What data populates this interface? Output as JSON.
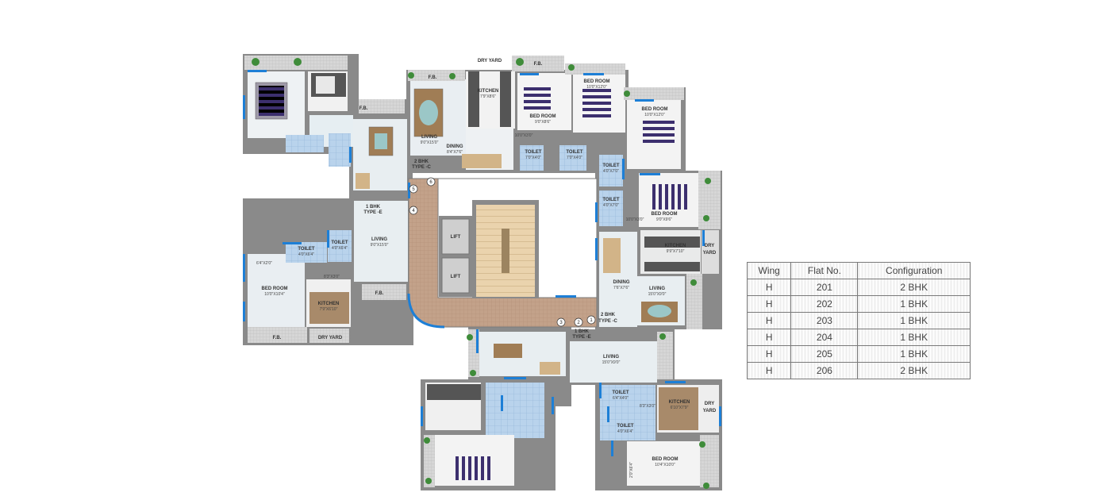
{
  "plan": {
    "rooms": {
      "dry_yard_top": "DRY YARD",
      "fb_top1": "F.B.",
      "fb_top2": "F.B.",
      "fb_top3": "F.B.",
      "kitchen_top": "KITCHEN",
      "kitchen_top_dim": "7'9\"X8'6\"",
      "bed_top_right": "BED ROOM",
      "bed_top_right_dim": "10'0\"X12'0\"",
      "bed_right": "BED ROOM",
      "bed_right_dim": "10'0\"X12'0\"",
      "bed_top_mid": "BED ROOM",
      "bed_top_mid_dim": "9'0\"X8'6\"",
      "passage_dim": "10'0\"X3'0\"",
      "living_top": "LIVING",
      "living_top_dim": "9'0\"X15'0\"",
      "dining_top": "DINING",
      "dining_top_dim": "8'4\"X7'6\"",
      "toilet_t1": "TOILET",
      "toilet_t1_dim": "7'0\"X4'0\"",
      "toilet_t2": "TOILET",
      "toilet_t2_dim": "7'0\"X4'0\"",
      "toilet_r1": "TOILET",
      "toilet_r1_dim": "4'0\"X7'0\"",
      "toilet_r2": "TOILET",
      "toilet_r2_dim": "4'0\"X7'0\"",
      "type_c_top": "2 BHK",
      "type_c_top_b": "TYPE -C",
      "type_e_left": "1 BHK",
      "type_e_left_b": "TYPE -E",
      "living_left": "LIVING",
      "living_left_dim": "9'0\"X15'0\"",
      "toilet_l1": "TOILET",
      "toilet_l1_dim": "4'0\"X6'4\"",
      "toilet_l2": "TOILET",
      "toilet_l2_dim": "4'0\"X6'4\"",
      "dim_left": "6'4\"X2'0\"",
      "dim_left2": "8'3\"X3'0\"",
      "bed_left": "BED ROOM",
      "bed_left_dim": "10'0\"X10'4\"",
      "kitchen_left": "KITCHEN",
      "kitchen_left_dim": "7'9\"X6'10\"",
      "fb_left": "F.B.",
      "fb_left2": "F.B.",
      "dry_yard_left": "DRY YARD",
      "lift1": "LIFT",
      "lift2": "LIFT",
      "bed_right_mid": "BED ROOM",
      "bed_right_mid_dim": "9'0\"X9'6\"",
      "dim_right": "10'0\"X3'0\"",
      "kitchen_right": "KITCHEN",
      "kitchen_right_dim": "9'9\"X7'10\"",
      "dry_yard_right": "DRY",
      "dry_yard_right_b": "YARD",
      "dining_right": "DINING",
      "dining_right_dim": "7'6\"X7'6\"",
      "living_right": "LIVING",
      "living_right_dim": "15'0\"X9'0\"",
      "type_c_right": "2 BHK",
      "type_c_right_b": "TYPE -C",
      "type_e_bottom": "1 BHK",
      "type_e_bottom_b": "TYPE -E",
      "living_bottom": "LIVING",
      "living_bottom_dim": "15'0\"X9'0\"",
      "toilet_b1": "TOILET",
      "toilet_b1_dim": "6'4\"X4'0\"",
      "toilet_b2": "TOILET",
      "toilet_b2_dim": "4'0\"X6'4\"",
      "dim_bottom": "8'3\"X3'0\"",
      "kitchen_bottom": "KITCHEN",
      "kitchen_bottom_dim": "6'10\"X7'9\"",
      "dry_yard_bottom": "DRY",
      "dry_yard_bottom_b": "YARD",
      "bed_bottom": "BED ROOM",
      "bed_bottom_dim": "10'4\"X10'0\"",
      "dim_bottom_left": "2'0\"X6'4\""
    },
    "flat_markers": [
      "1",
      "2",
      "3",
      "4",
      "5",
      "6"
    ]
  },
  "table": {
    "headers": [
      "Wing",
      "Flat No.",
      "Configuration"
    ],
    "rows": [
      [
        "H",
        "201",
        "2 BHK"
      ],
      [
        "H",
        "202",
        "1 BHK"
      ],
      [
        "H",
        "203",
        "1 BHK"
      ],
      [
        "H",
        "204",
        "1 BHK"
      ],
      [
        "H",
        "205",
        "1 BHK"
      ],
      [
        "H",
        "206",
        "2 BHK"
      ]
    ]
  }
}
